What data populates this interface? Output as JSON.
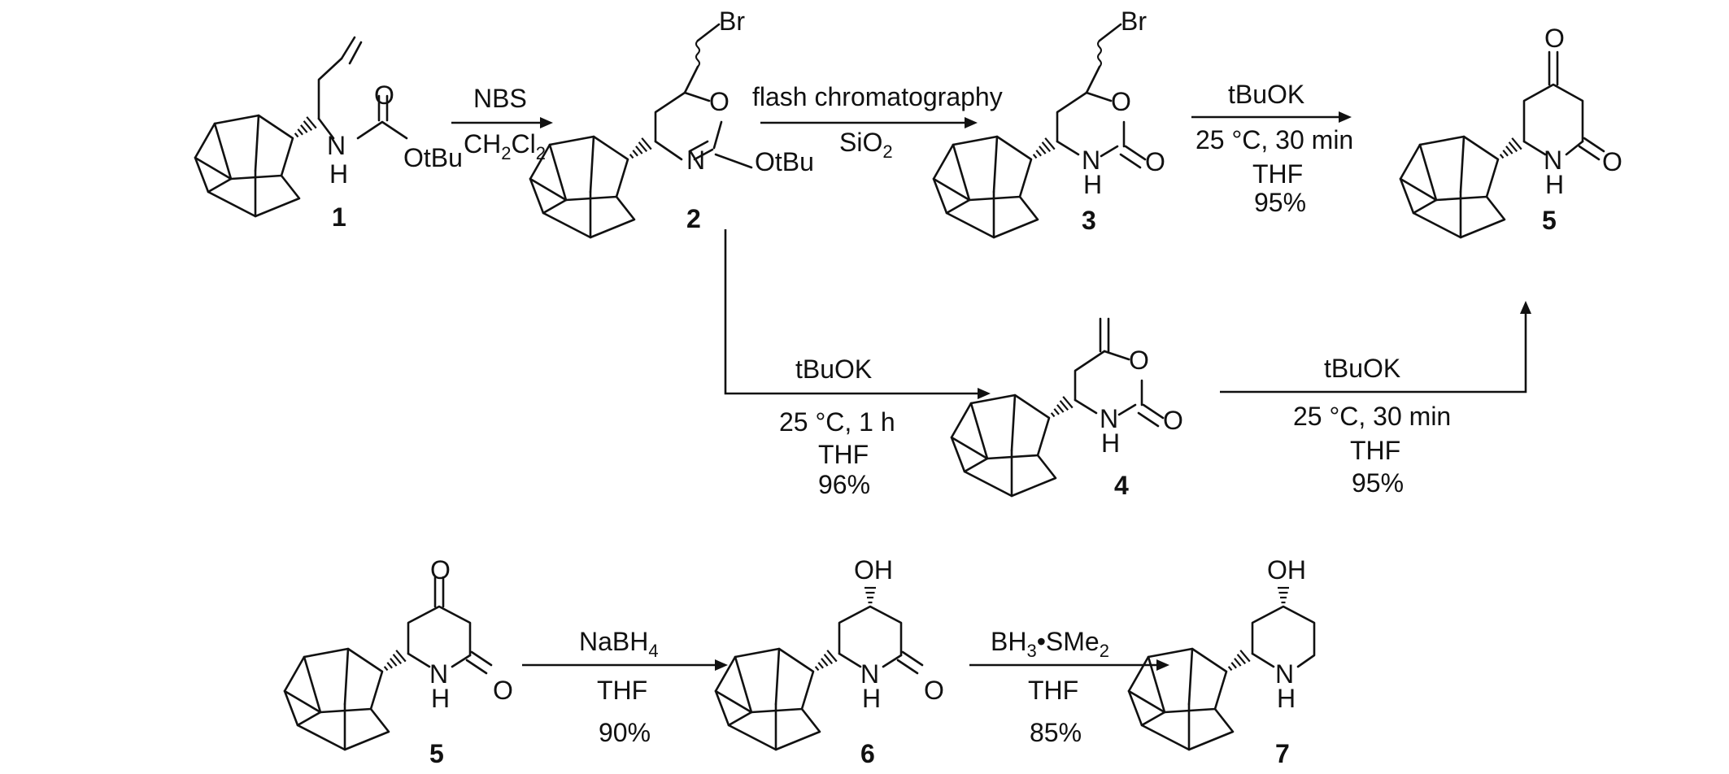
{
  "compounds": {
    "c1": {
      "number": "1",
      "atoms": {
        "carbonyl_o": "O",
        "nh_n": "N",
        "nh_h": "H",
        "otbu": "OtBu"
      }
    },
    "c2": {
      "number": "2",
      "atoms": {
        "br": "Br",
        "ring_o": "O",
        "ring_n": "N",
        "otbu": "OtBu"
      }
    },
    "c3": {
      "number": "3",
      "atoms": {
        "br": "Br",
        "ring_o": "O",
        "nh_n": "N",
        "nh_h": "H",
        "exo_o": "O"
      }
    },
    "c4": {
      "number": "4",
      "atoms": {
        "ring_o": "O",
        "nh_n": "N",
        "nh_h": "H",
        "exo_o": "O"
      }
    },
    "c5": {
      "number": "5",
      "atoms": {
        "top_o": "O",
        "nh_n": "N",
        "nh_h": "H",
        "exo_o": "O"
      }
    },
    "c5b": {
      "number": "5",
      "atoms": {
        "top_o": "O",
        "nh_n": "N",
        "nh_h": "H",
        "exo_o": "O"
      }
    },
    "c6": {
      "number": "6",
      "atoms": {
        "oh": "OH",
        "nh_n": "N",
        "nh_h": "H",
        "exo_o": "O"
      }
    },
    "c7": {
      "number": "7",
      "atoms": {
        "oh": "OH",
        "nh_n": "N",
        "nh_h": "H"
      }
    }
  },
  "reactions": {
    "r1": {
      "above": "NBS",
      "below": "CH2Cl2"
    },
    "r2": {
      "above": "flash chromatography",
      "below": "SiO2"
    },
    "r3": {
      "above": "tBuOK",
      "below": [
        "25 °C, 30 min",
        "THF",
        "95%"
      ]
    },
    "r4": {
      "above": "tBuOK",
      "below": [
        "25 °C, 1 h",
        "THF",
        "96%"
      ]
    },
    "r5": {
      "above": "tBuOK",
      "below": [
        "25 °C, 30 min",
        "THF",
        "95%"
      ]
    },
    "r6": {
      "above": "NaBH4",
      "below": [
        "THF",
        "90%"
      ]
    },
    "r7": {
      "above": "BH3•SMe2",
      "below": [
        "THF",
        "85%"
      ]
    }
  }
}
